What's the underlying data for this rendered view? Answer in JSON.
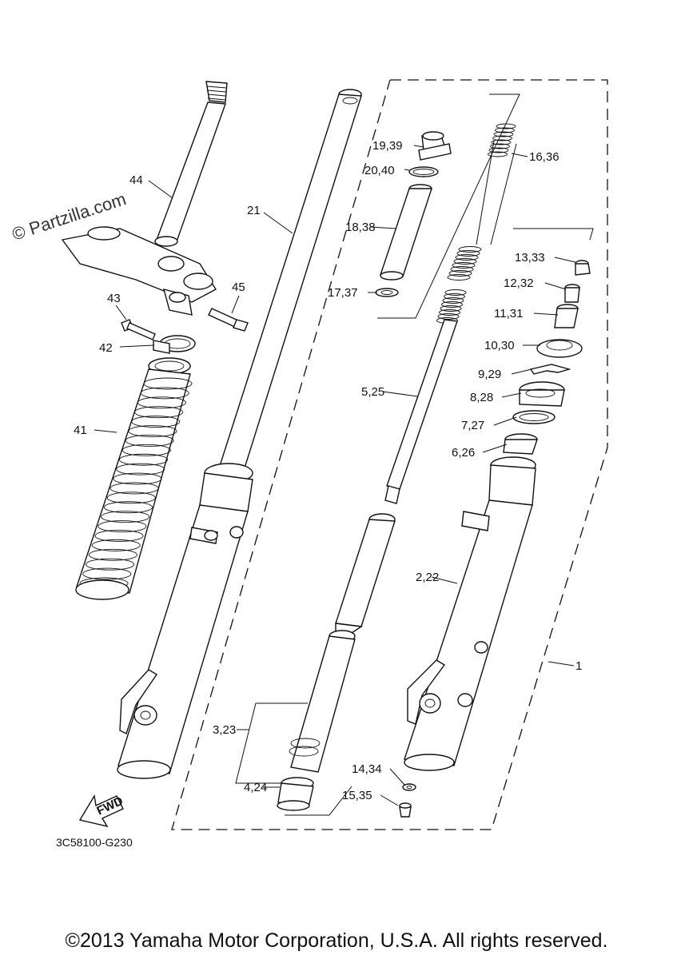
{
  "watermark": "© Partzilla.com",
  "diagram_code": "3C58100-G230",
  "copyright": "©2013 Yamaha Motor Corporation, U.S.A. All rights reserved.",
  "direction_label": "FWD",
  "callouts": {
    "p1": "1",
    "p2_22": "2,22",
    "p3_23": "3,23",
    "p4_24": "4,24",
    "p5_25": "5,25",
    "p6_26": "6,26",
    "p7_27": "7,27",
    "p8_28": "8,28",
    "p9_29": "9,29",
    "p10_30": "10,30",
    "p11_31": "11,31",
    "p12_32": "12,32",
    "p13_33": "13,33",
    "p14_34": "14,34",
    "p15_35": "15,35",
    "p16_36": "16,36",
    "p17_37": "17,37",
    "p18_38": "18,38",
    "p19_39": "19,39",
    "p20_40": "20,40",
    "p21": "21",
    "p41": "41",
    "p42": "42",
    "p43": "43",
    "p44": "44",
    "p45": "45"
  }
}
